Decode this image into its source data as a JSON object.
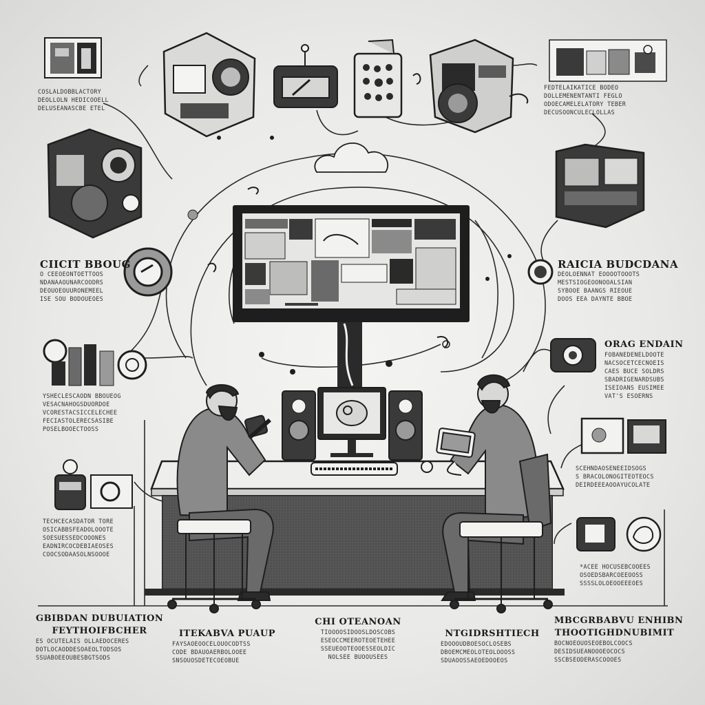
{
  "colors": {
    "background": "#ececea",
    "ink": "#1e1e1e",
    "mid_gray": "#6e6e6e",
    "dark_gray": "#3a3a3a",
    "light_gray": "#c8c8c8"
  },
  "icons": [
    "camera-icon",
    "monitor-icon",
    "cloud-icon",
    "speaker-icon",
    "tablet-icon",
    "keyboard-icon",
    "mouse-icon",
    "dial-icon",
    "camcorder-icon",
    "projector-icon",
    "joystick-icon"
  ],
  "text_blocks": {
    "top_left": {
      "head": "",
      "lines": [
        "COSLALDOBBLACTORY",
        "DEOLLOLN HEDICOOELL",
        "DELUSEANASCBE ETEL"
      ]
    },
    "top_right": {
      "head": "",
      "lines": [
        "FEDTELAIKATICE BODEO",
        "DOLLEMENENTANTI FEGLO",
        "ODOECAMELELATORY TEBER",
        "DECUSOONCULECLOLLAS"
      ]
    },
    "mid_left": {
      "head": "CIICIT BBOUG",
      "lines": [
        "O CEEOEONTOETTOOS",
        "NDANAAOUNARCOODRS",
        "DEOUOEOUURONEMEEL",
        "ISE SOU BODOUEOES"
      ]
    },
    "mid_right": {
      "head": "RAICIA BUDCDANA",
      "lines": [
        "DEOLOENNAT EOOOOTOOOTS",
        "MESTSIOGEOONOOALSIAN",
        "SYBOOE BAANGS RIEOUE",
        "DOOS EEA DAYNTE BBOE"
      ]
    },
    "right_3": {
      "head": "ORAG ENDAIN",
      "lines": [
        "FOBANEDENELDOOTE",
        "NACSOCETCECNOEIS",
        "CAES BUCE SOLDRS",
        "SBADRIGENARDSUBS",
        "ISEIOANS EUSIMEE",
        "VAT'S ESOERNS"
      ]
    },
    "left_3": {
      "head": "",
      "lines": [
        "YSHECLESCAODN BBOUEOG",
        "VESACNAHOGSDUORDOE",
        "VCORESTACSICCELECHEE",
        "FECIASTOLERECSASIBE",
        "POSELBOOECTOOSS"
      ]
    },
    "right_4": {
      "head": "",
      "lines": [
        "SCEHNDAOSENEEIDSOGS",
        "S BRACOLONOGITEOTEOCS",
        "DEIRDEEEAOOAYUCOLATE"
      ]
    },
    "left_4": {
      "head": "",
      "lines": [
        "TECHCECASDATOR TORE",
        "OSICABBSFEADOLOOOTE",
        "SOESUESSEDCOOONES",
        "EADNIRCOCDEBIAEOSES",
        "COOCSODAASOLNSOOOE"
      ]
    },
    "right_5": {
      "head": "",
      "lines": [
        "*ACEE HOCUSEBCOOEES",
        "OSOEDSBARCOEEOOSS",
        "SSSSLOLOEOOEEEOES"
      ]
    },
    "bottom_1": {
      "head": "GBIBDAN DUBUIATION",
      "sub": "FEYTHOIFBCHER",
      "lines": [
        "ES OCUTELAIS OLLAEDOCERES",
        "DOTLOCAODDESOAEOLTODSOS",
        "SSUABOEEOUBESBGTSODS"
      ]
    },
    "bottom_2": {
      "head": "ITEKABVA PUAUP",
      "lines": [
        "FAYSAOEOOCELOUOCODTSS",
        "CODE BDAUOAERBOLOOEE",
        "SNSOUOSDETECOEOBUE"
      ]
    },
    "bottom_3": {
      "head": "CHI OTEANOAN",
      "lines": [
        "TIOOOOSIDOOSLDOSCOBS",
        "ESEOCCMEEROTEOETEHEE",
        "SSEUEOOTEOOESSEOLDIC",
        "NOLSEE BUOOUSEES"
      ]
    },
    "bottom_4": {
      "head": "NTGIDRSHTIECH",
      "lines": [
        "EDOOOUDBOESOCLOSEBS",
        "DBOEMCMEOLOTEOLOOOSS",
        "SDUAOOSSAEOEDOOEOS"
      ]
    },
    "bottom_5": {
      "head": "MBCGRBABVU ENHIBN",
      "sub": "THOOTIGHDNUBIMIT",
      "lines": [
        "BOCNOEOUOSEOEBOLCOOCS",
        "DESIDSUEANOOOEOCOCS",
        "SSCBSEODERASCOOOES"
      ]
    }
  }
}
